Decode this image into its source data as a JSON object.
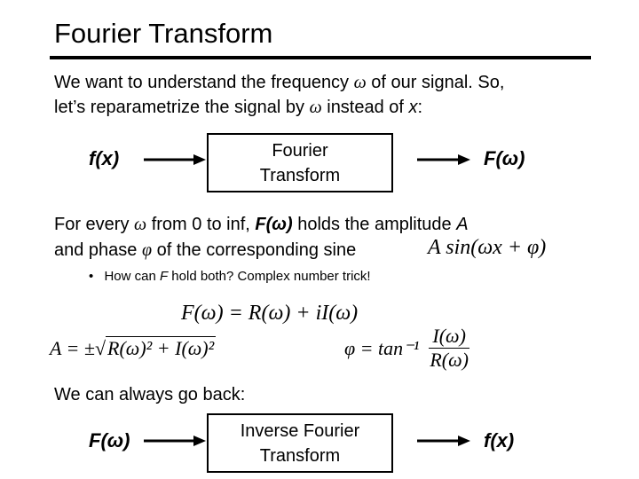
{
  "title": "Fourier Transform",
  "intro": {
    "line1_a": "We want to understand the frequency ",
    "omega": "ω",
    "line1_b": " of our signal.  So,",
    "line2_a": "let’s reparametrize the signal by ",
    "line2_b": " instead of ",
    "x": "x",
    "colon": ":"
  },
  "forward": {
    "input": "f(x)",
    "box_line1": "Fourier",
    "box_line2": "Transform",
    "output": "F(ω)"
  },
  "amplitude": {
    "line1_a": "For every ",
    "omega": "ω",
    "line1_b": " from 0 to inf, ",
    "F": "F(ω)",
    "line1_c": " holds the amplitude ",
    "A": "A",
    "line2_a": "and phase ",
    "phi": "φ",
    "line2_b": " of the corresponding sine",
    "sine_formula": "A sin(ωx + φ)"
  },
  "bullet": {
    "mark": "•",
    "text_a": "How can ",
    "F": "F",
    "text_b": " hold both?  Complex number trick!"
  },
  "equations": {
    "complex": "F(ω) = R(ω) + iI(ω)",
    "amp_lhs": "A = ±",
    "amp_radicand": "R(ω)² + I(ω)²",
    "phase_lhs": "φ = tan⁻¹",
    "phase_num": "I(ω)",
    "phase_den": "R(ω)"
  },
  "back_text": "We can always go back:",
  "inverse": {
    "input": "F(ω)",
    "box_line1": "Inverse Fourier",
    "box_line2": "Transform",
    "output": "f(x)"
  }
}
